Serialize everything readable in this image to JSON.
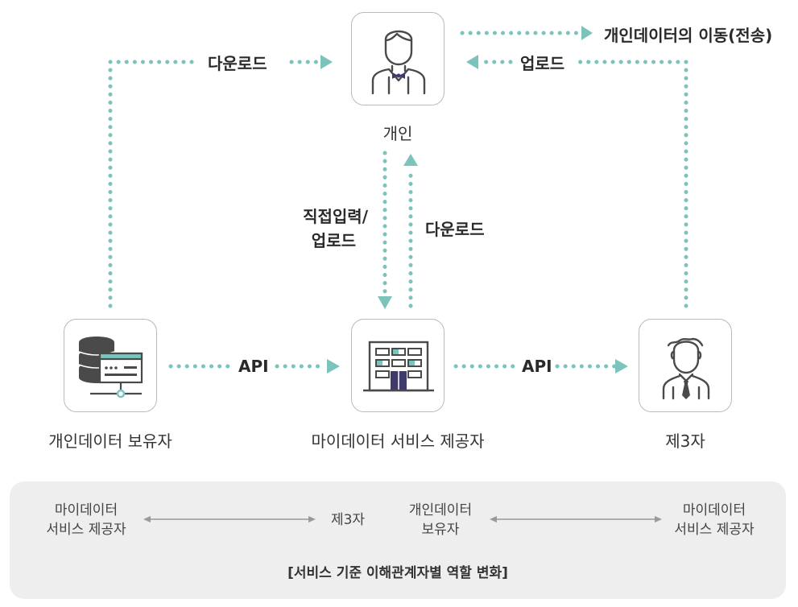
{
  "arrows": {
    "top_right_transfer": "개인데이터의 이동(전송)",
    "left_download": "다운로드",
    "right_upload": "업로드",
    "center_direct_line1": "직접입력/",
    "center_direct_line2": "업로드",
    "center_download": "다운로드",
    "api_left": "API",
    "api_right": "API"
  },
  "nodes": {
    "individual": {
      "label": "개인",
      "icon": "person-with-bowtie-icon"
    },
    "data_holder": {
      "label": "개인데이터 보유자",
      "icon": "database-server-icon"
    },
    "mydata_provider": {
      "label": "마이데이터 서비스 제공자",
      "icon": "office-building-icon"
    },
    "third_party": {
      "label": "제3자",
      "icon": "person-with-tie-icon"
    }
  },
  "panel": {
    "left_a_line1": "마이데이터",
    "left_a_line2": "서비스 제공자",
    "left_b": "제3자",
    "right_a_line1": "개인데이터",
    "right_a_line2": "보유자",
    "right_b_line1": "마이데이터",
    "right_b_line2": "서비스 제공자",
    "caption": "[서비스 기준 이해관계자별 역할 변화]"
  },
  "colors": {
    "accent_teal": "#7cc4bb",
    "node_border": "#b9b9b9",
    "icon_dark": "#4a4a4a",
    "icon_purple": "#3e3a6b",
    "panel_bg": "#eeeeee"
  }
}
